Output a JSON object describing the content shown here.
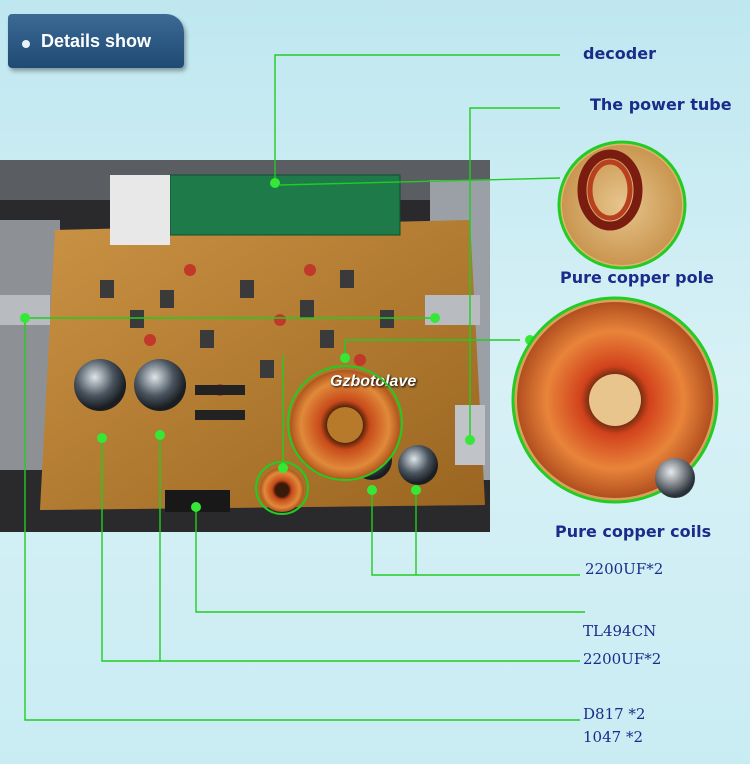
{
  "badge": {
    "label": "Details show"
  },
  "watermark": "Gzbotolave",
  "labels": {
    "decoder": "decoder",
    "power_tube": "The power tube",
    "copper_pole": "Pure copper pole",
    "copper_coils": "Pure copper coils",
    "cap_a": "2200UF*2",
    "tl494": "TL494CN",
    "cap_b": "2200UF*2",
    "d817": "D817 *2",
    "t1047": "1047 *2"
  },
  "colors": {
    "line": "#22cc22",
    "dot": "#35e835",
    "label": "#1b2b8a",
    "board": "#b77a2a"
  }
}
